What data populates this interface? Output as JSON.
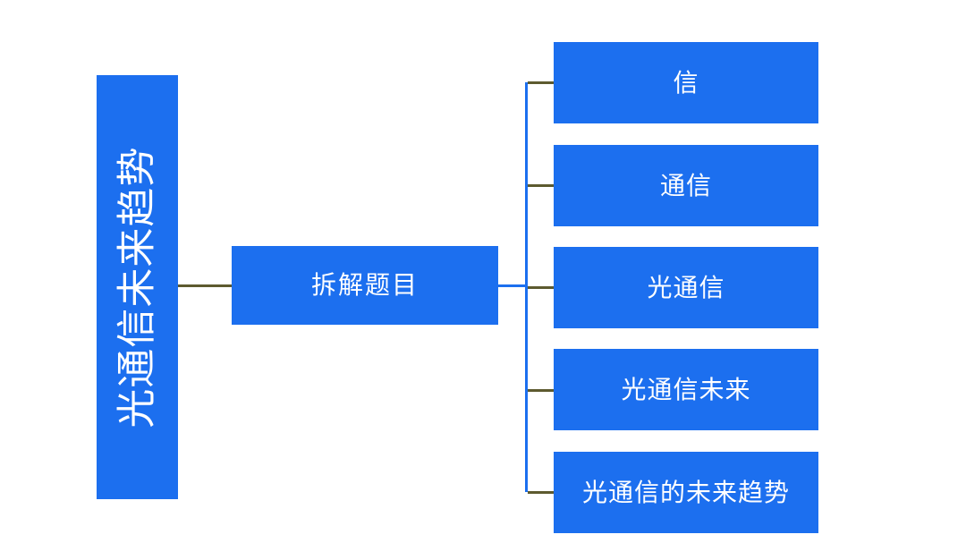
{
  "diagram": {
    "type": "horizontal-tree-mind-map",
    "background_color": "#ffffff",
    "node_fill_color": "#1c6fef",
    "node_text_color": "#ffffff",
    "connector_color": "#5d5a2f",
    "trunk_color": "#1c6fef",
    "root": {
      "label": "光通信未来趋势",
      "text_orientation": "vertical-rotated-90-ccw"
    },
    "middle": {
      "label": "拆解题目"
    },
    "leaves": [
      {
        "label": "信"
      },
      {
        "label": "通信"
      },
      {
        "label": "光通信"
      },
      {
        "label": "光通信未来"
      },
      {
        "label": "光通信的未来趋势"
      }
    ]
  }
}
